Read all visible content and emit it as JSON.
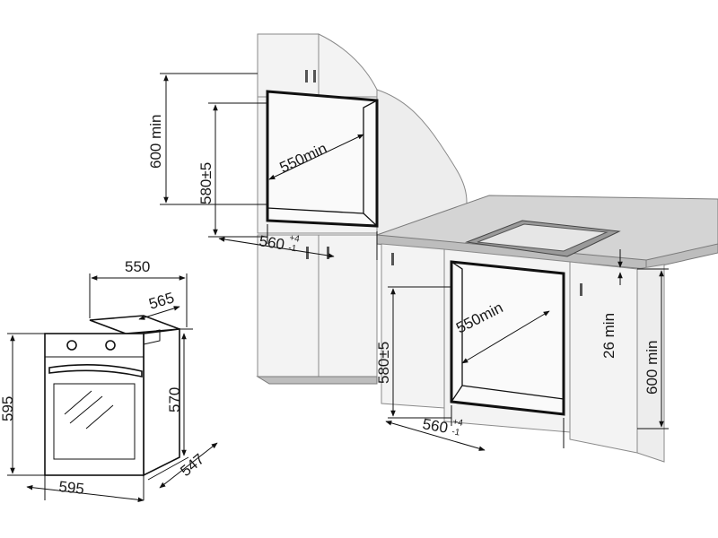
{
  "diagram": {
    "labels": {
      "upper_height_min": "600 min",
      "upper_niche_height": "580±5",
      "upper_depth": "550min",
      "upper_width": "560",
      "upper_width_tol_plus": "+4",
      "upper_width_tol_minus": "-1",
      "oven_top_depth": "550",
      "oven_body_depth": "565",
      "oven_height_front": "595",
      "oven_height_body": "570",
      "oven_width": "595",
      "oven_side_depth": "547",
      "lower_niche_height": "580±5",
      "lower_depth": "550min",
      "lower_width": "560",
      "lower_width_tol_plus": "+4",
      "lower_width_tol_minus": "-1",
      "lower_gap": "26 min",
      "lower_height_min": "600 min"
    }
  }
}
